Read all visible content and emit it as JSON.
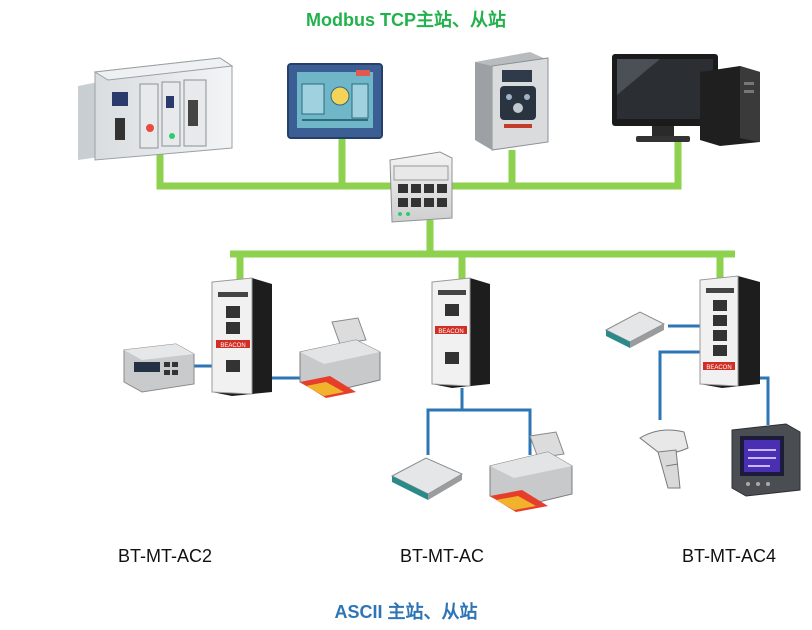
{
  "title_top": "Modbus TCP主站、从站",
  "title_bottom": "ASCII 主站、从站",
  "converters": [
    {
      "label": "BT-MT-AC2"
    },
    {
      "label": "BT-MT-AC"
    },
    {
      "label": "BT-MT-AC4"
    }
  ],
  "brand": "BEACON",
  "colors": {
    "ethernet_link": "#8dd14f",
    "serial_link": "#2e75b6",
    "top_title": "#22b14c",
    "bottom_title": "#2e75b6"
  }
}
